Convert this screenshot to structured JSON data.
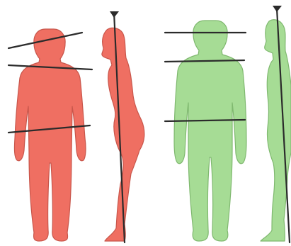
{
  "colors": {
    "background": "#ffffff",
    "poor_posture_fill": "#ef6f62",
    "poor_posture_outline": "#c8564b",
    "good_posture_fill": "#a6dc95",
    "good_posture_outline": "#7fb86f",
    "reference_line": "#2b2b2b"
  },
  "figures": [
    {
      "id": "poor-front",
      "view": "front",
      "posture": "poor"
    },
    {
      "id": "poor-side",
      "view": "side",
      "posture": "poor"
    },
    {
      "id": "good-front",
      "view": "front",
      "posture": "good"
    },
    {
      "id": "good-side",
      "view": "side",
      "posture": "good"
    }
  ],
  "icons": [
    "plumb-line-marker-icon",
    "plumb-line-marker-icon"
  ]
}
